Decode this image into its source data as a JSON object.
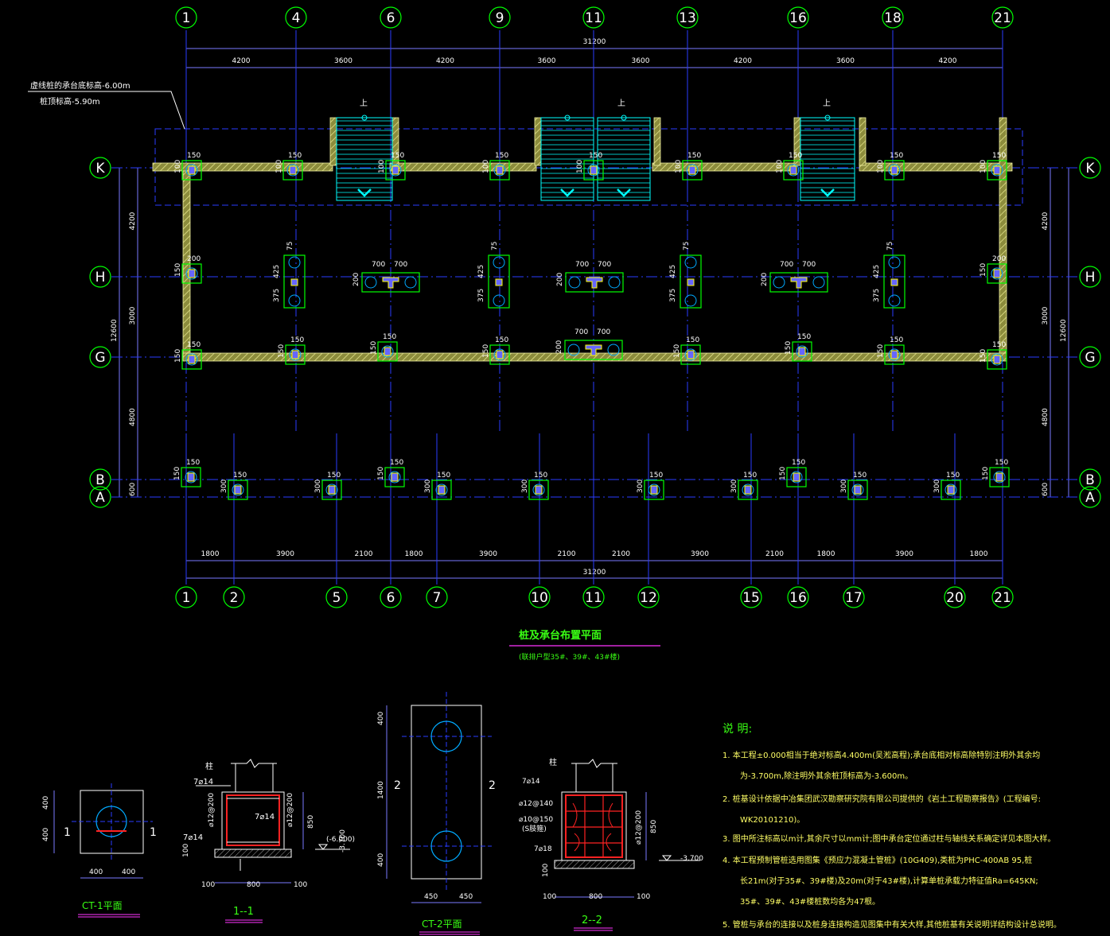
{
  "drawing": {
    "title": "桩及承台布置平面",
    "subtitle": "(联排户型35#、39#、43#楼)",
    "top_axes": [
      "1",
      "4",
      "6",
      "9",
      "11",
      "13",
      "16",
      "18",
      "21"
    ],
    "bottom_axes": [
      "1",
      "2",
      "5",
      "6",
      "7",
      "10",
      "11",
      "12",
      "15",
      "16",
      "17",
      "20",
      "21"
    ],
    "row_axes": [
      "K",
      "H",
      "G",
      "B",
      "A"
    ],
    "top_total": "31200",
    "bottom_total": "31200",
    "top_spans": [
      "4200",
      "3600",
      "4200",
      "3600",
      "3600",
      "4200",
      "3600",
      "4200"
    ],
    "bottom_spans": [
      "1800",
      "3900",
      "2100",
      "1800",
      "3900",
      "2100",
      "2100",
      "3900",
      "2100",
      "1800",
      "3900",
      "1800"
    ],
    "left_spans": [
      "4200",
      "3000",
      "4800",
      "600"
    ],
    "left_total": "12600",
    "right_spans": [
      "4200",
      "3000",
      "4800",
      "600"
    ],
    "right_total": "12600",
    "stair_up_label": "上",
    "callout_line1": "虚线桩的承台底标高-6.00m",
    "callout_line2": "桩顶标高-5.90m",
    "pile_labels": {
      "d200": "200",
      "d150": "150",
      "d75": "75",
      "d300": "300",
      "d100": "100",
      "d700": "700",
      "d425": "425",
      "d375": "375"
    }
  },
  "details": {
    "ct1_title": "CT-1平面",
    "ct1_dims": {
      "w1": "400",
      "w2": "400",
      "h1": "400",
      "h2": "400"
    },
    "ct1_mark": "1",
    "sec11_title": "1--1",
    "sec11_labels": {
      "col": "柱",
      "rebar_top": "7⌀14",
      "rebar_mid": "7⌀14",
      "rebar_bot": "7⌀14",
      "stirrup_l": "⌀12@200",
      "stirrup_r": "⌀12@200",
      "elev_note": "(-6.000)",
      "elev": "-3.700",
      "dim_850": "850",
      "dim_800": "800",
      "dim_100a": "100",
      "dim_100b": "100",
      "dim_100c": "100"
    },
    "ct2_title": "CT-2平面",
    "ct2_dims": {
      "h_top": "400",
      "h_mid": "1400",
      "h_bot": "400",
      "w1": "450",
      "w2": "450"
    },
    "ct2_mark": "2",
    "sec22_title": "2--2",
    "sec22_labels": {
      "col": "柱",
      "r1": "7⌀14",
      "r2": "⌀12@140",
      "r3": "⌀10@150",
      "r4": "(S肢箍)",
      "r5": "7⌀18",
      "stirrup_r": "⌀12@200",
      "elev": "-3.700",
      "dim_850": "850",
      "dim_800": "800",
      "dim_100a": "100",
      "dim_100b": "100",
      "dim_100c": "100"
    }
  },
  "notes": {
    "title": "说  明:",
    "items": [
      "1. 本工程±0.000相当于绝对标高4.400m(吴淞高程);承台底相对标高除特别注明外其余均",
      "为-3.700m,除注明外其余桩顶标高为-3.600m。",
      "2. 桩基设计依据中冶集团武汉勘察研究院有限公司提供的《岩土工程勘察报告》(工程编号:",
      "WK20101210)。",
      "3. 图中所注标高以m计,其余尺寸以mm计;图中承台定位通过柱与轴线关系确定详见本图大样。",
      "4. 本工程预制管桩选用图集《预应力混凝土管桩》(10G409),类桩为PHC-400AB 95,桩",
      "长21m(对于35#、39#楼)及20m(对于43#楼),计算单桩承载力特征值Ra=645KN;",
      "35#、39#、43#楼桩数均各为47根。",
      "5. 管桩与承台的连接以及桩身连接构造见图集中有关大样,其他桩基有关说明详结构设计总说明。"
    ]
  },
  "colors": {
    "axis_circle": "#00ff00",
    "axis_line": "#2a3cff",
    "dim_line": "#7a7aff",
    "wall": "#c8c860",
    "wall_edge": "#f0f0a0",
    "cap": "#00ff00",
    "column_blue": "#6666ff",
    "column_yellow": "#ffff00",
    "stair": "#00ffff",
    "pile_circle": "#00aaff",
    "rebar_red": "#ff2222",
    "title_underline": "#ff33ff"
  }
}
